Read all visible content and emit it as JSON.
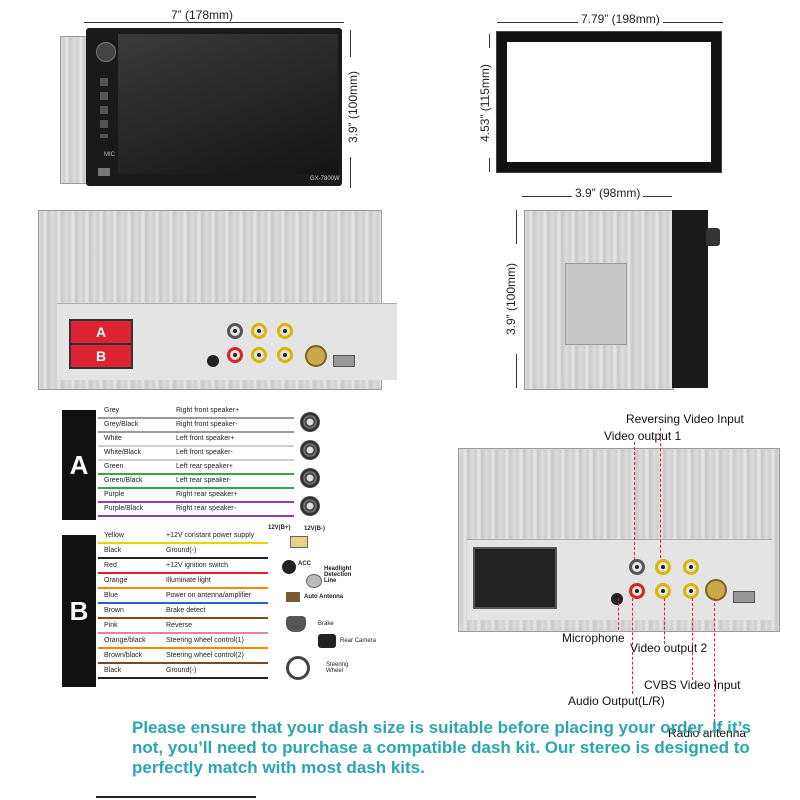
{
  "dims": {
    "unit_width": "7” (178mm)",
    "unit_height": "3.9” (100mm)",
    "frame_width": "7.79” (198mm)",
    "frame_height": "4.53” (115mm)",
    "side_depth": "3.9” (98mm)",
    "side_height": "3.9” (100mm)"
  },
  "front": {
    "model": "GX-7800W",
    "mic_label": "MIC"
  },
  "rear_labels": {
    "connector_a": "A",
    "connector_b": "B"
  },
  "harness_a": {
    "letter": "A",
    "rows": [
      {
        "color": "Grey",
        "desc": "Right front speaker+",
        "hex": "#9a9a9a"
      },
      {
        "color": "Grey/Black",
        "desc": "Right front speaker-",
        "hex": "#9a9a9a"
      },
      {
        "color": "White",
        "desc": "Left front speaker+",
        "hex": "#d0d0d0"
      },
      {
        "color": "White/Black",
        "desc": "Left front speaker-",
        "hex": "#d0d0d0"
      },
      {
        "color": "Green",
        "desc": "Left rear speaker+",
        "hex": "#2fa84f"
      },
      {
        "color": "Green/Black",
        "desc": "Left rear speaker-",
        "hex": "#2fa84f"
      },
      {
        "color": "Purple",
        "desc": "Right rear speaker+",
        "hex": "#8a3fb5"
      },
      {
        "color": "Purple/Black",
        "desc": "Right rear speaker-",
        "hex": "#8a3fb5"
      }
    ]
  },
  "harness_b": {
    "letter": "B",
    "rows": [
      {
        "color": "Yellow",
        "desc": "+12V constant power supply",
        "hex": "#f0d000"
      },
      {
        "color": "Black",
        "desc": "Ground(-)",
        "hex": "#222222"
      },
      {
        "color": "Red",
        "desc": "+12V ignition switch",
        "hex": "#e02020"
      },
      {
        "color": "Orange",
        "desc": "Illuminate light",
        "hex": "#f08a00"
      },
      {
        "color": "Blue",
        "desc": "Power on antenna/amplifier",
        "hex": "#2a5fd0"
      },
      {
        "color": "Brown",
        "desc": "Brake detect",
        "hex": "#7a4a20"
      },
      {
        "color": "Pink",
        "desc": "Reverse",
        "hex": "#f07ab0"
      },
      {
        "color": "Orange/black",
        "desc": "Steering wheel control(1)",
        "hex": "#f08a00"
      },
      {
        "color": "Brown/black",
        "desc": "Steering wheel control(2)",
        "hex": "#7a4a20"
      },
      {
        "color": "Black",
        "desc": "Ground(-)",
        "hex": "#222222"
      }
    ],
    "battery_pos": "12V(B+)",
    "battery_neg": "12V(B-)",
    "acc": "ACC",
    "headlight": "Headlight Detection Line",
    "auto_antenna": "Auto Antenna",
    "brake": "Brake",
    "rear_camera": "Rear Camera",
    "steering_wheel": "Steering Wheel"
  },
  "callouts": {
    "reversing_video_input": "Reversing Video Input",
    "video_output_1": "Video output 1",
    "microphone": "Microphone",
    "video_output_2": "Video output 2",
    "cvbs_video_input": "CVBS Video Input",
    "audio_output": "Audio Output(L/R)",
    "radio_antenna": "Radio antenna"
  },
  "note": "Please ensure that your dash size is suitable before placing your order. If it’s not, you’ll need to purchase a compatible dash kit. Our stereo is designed to perfectly match with most dash kits.",
  "colors": {
    "note": "#2aa6b0",
    "callout_line": "#e22222"
  }
}
